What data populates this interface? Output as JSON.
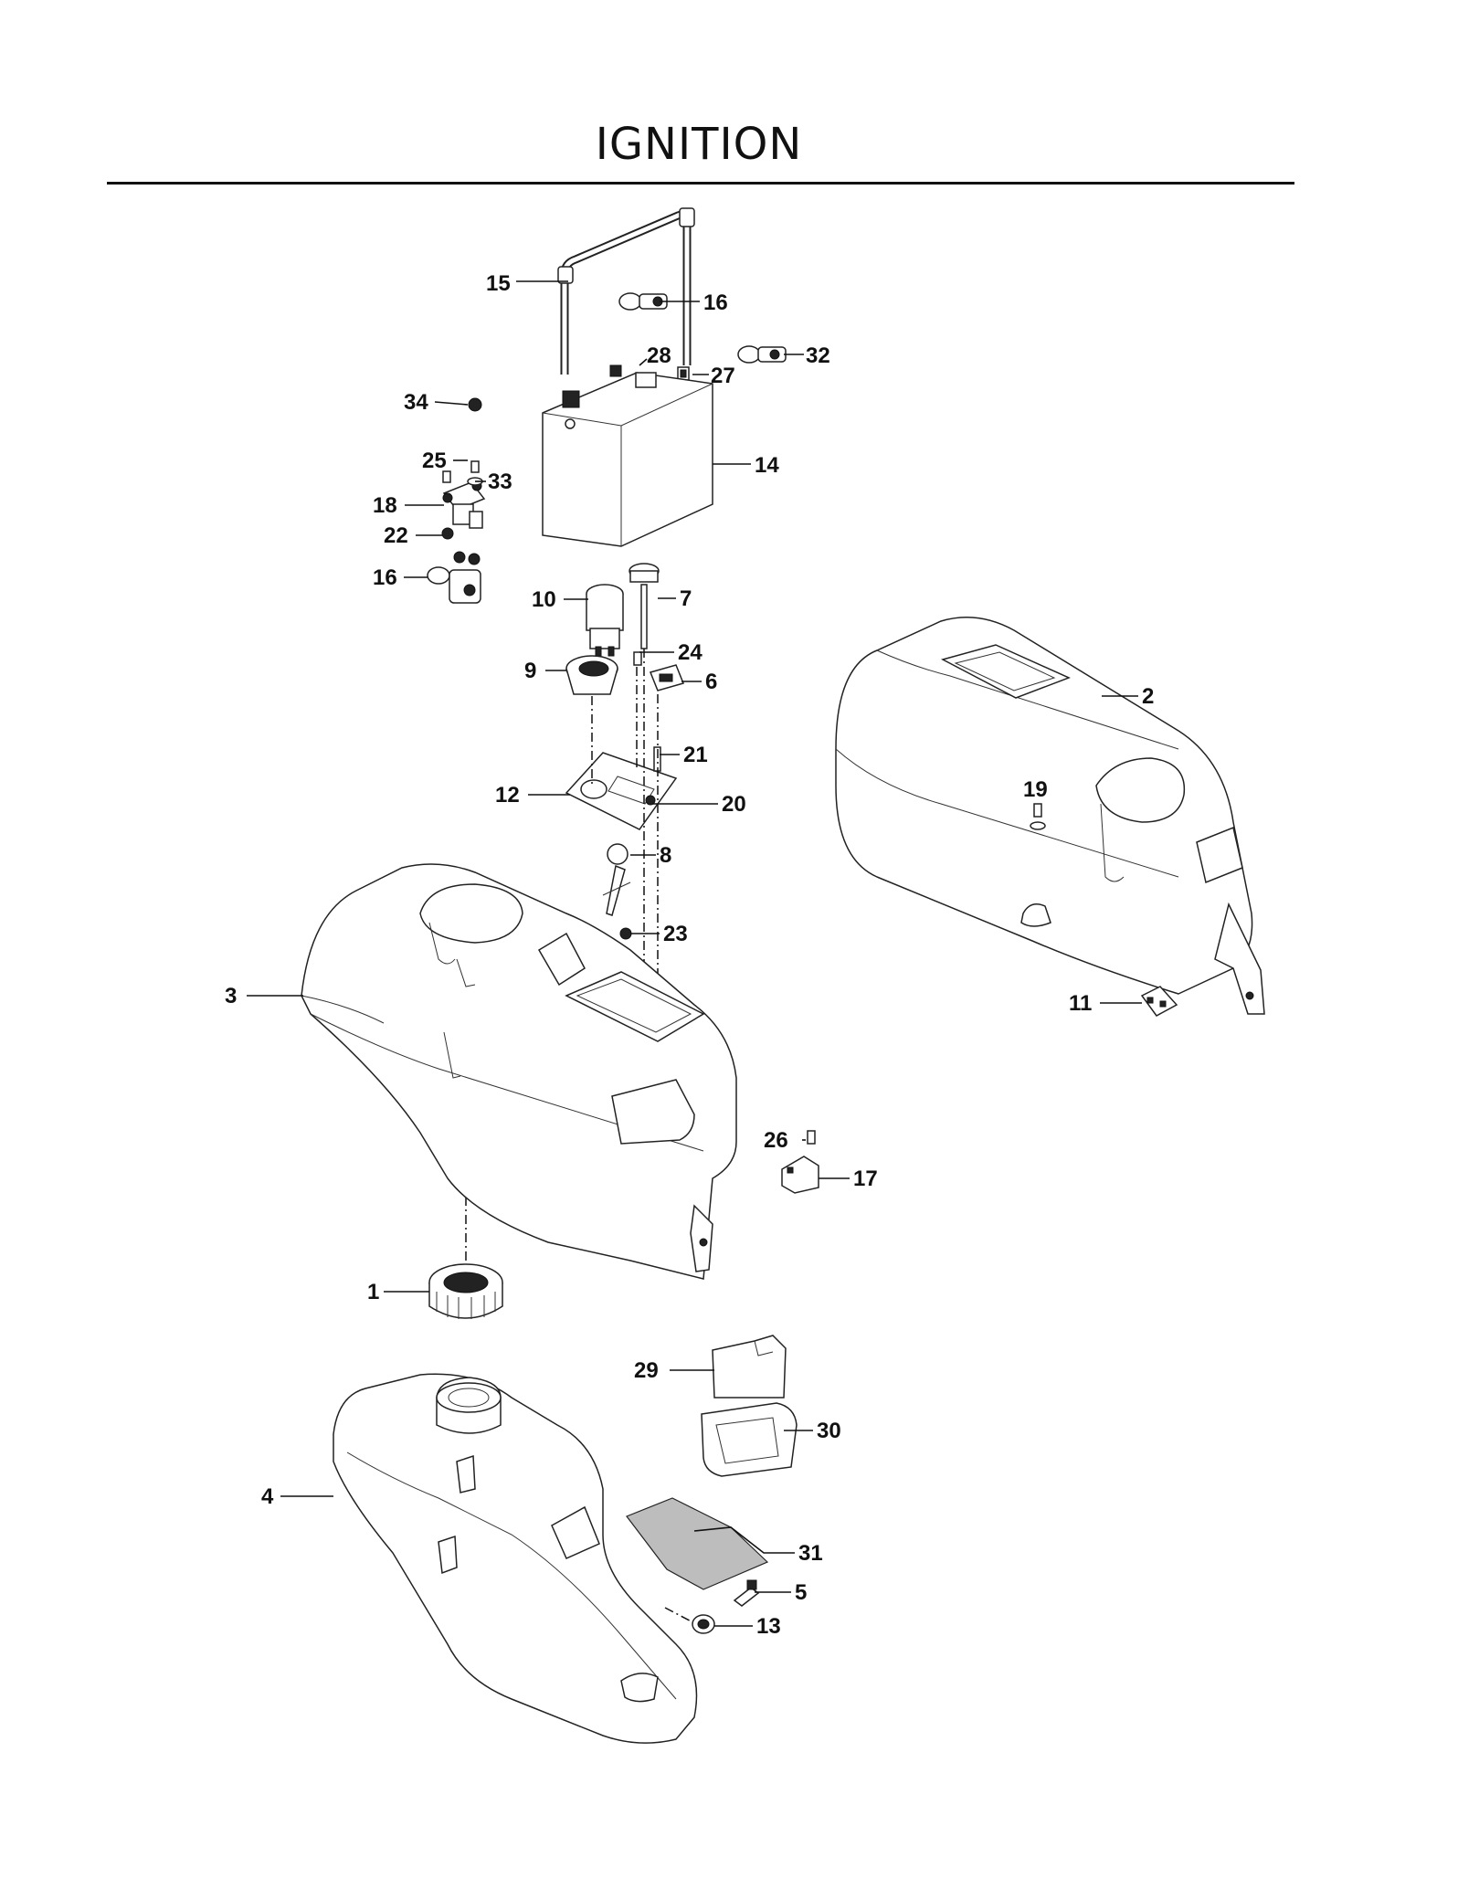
{
  "title": "IGNITION",
  "callouts": [
    {
      "id": "c15",
      "label": "15"
    },
    {
      "id": "c16a",
      "label": "16"
    },
    {
      "id": "c28",
      "label": "28"
    },
    {
      "id": "c27",
      "label": "27"
    },
    {
      "id": "c32",
      "label": "32"
    },
    {
      "id": "c34",
      "label": "34"
    },
    {
      "id": "c14",
      "label": "14"
    },
    {
      "id": "c25",
      "label": "25"
    },
    {
      "id": "c33",
      "label": "33"
    },
    {
      "id": "c18",
      "label": "18"
    },
    {
      "id": "c22",
      "label": "22"
    },
    {
      "id": "c16b",
      "label": "16"
    },
    {
      "id": "c10",
      "label": "10"
    },
    {
      "id": "c7",
      "label": "7"
    },
    {
      "id": "c24",
      "label": "24"
    },
    {
      "id": "c9",
      "label": "9"
    },
    {
      "id": "c6",
      "label": "6"
    },
    {
      "id": "c2",
      "label": "2"
    },
    {
      "id": "c21",
      "label": "21"
    },
    {
      "id": "c12",
      "label": "12"
    },
    {
      "id": "c20",
      "label": "20"
    },
    {
      "id": "c19",
      "label": "19"
    },
    {
      "id": "c8",
      "label": "8"
    },
    {
      "id": "c23",
      "label": "23"
    },
    {
      "id": "c3",
      "label": "3"
    },
    {
      "id": "c11",
      "label": "11"
    },
    {
      "id": "c26",
      "label": "26"
    },
    {
      "id": "c17",
      "label": "17"
    },
    {
      "id": "c1",
      "label": "1"
    },
    {
      "id": "c29",
      "label": "29"
    },
    {
      "id": "c30",
      "label": "30"
    },
    {
      "id": "c4",
      "label": "4"
    },
    {
      "id": "c31",
      "label": "31"
    },
    {
      "id": "c5",
      "label": "5"
    },
    {
      "id": "c13",
      "label": "13"
    }
  ]
}
